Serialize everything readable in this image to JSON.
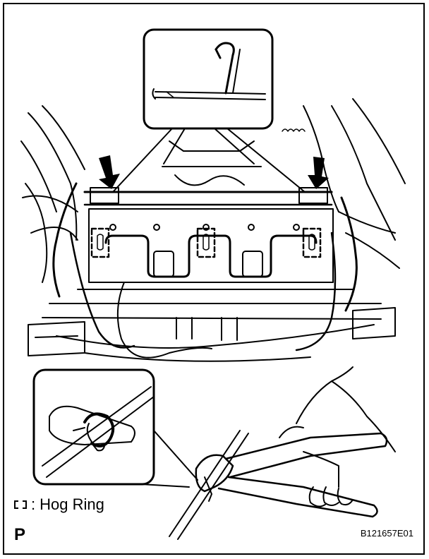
{
  "legend": {
    "symbol_label": "Hog Ring"
  },
  "corner_label": "P",
  "figure_id": "B121657E01",
  "colors": {
    "line": "#000000",
    "background": "#ffffff"
  }
}
